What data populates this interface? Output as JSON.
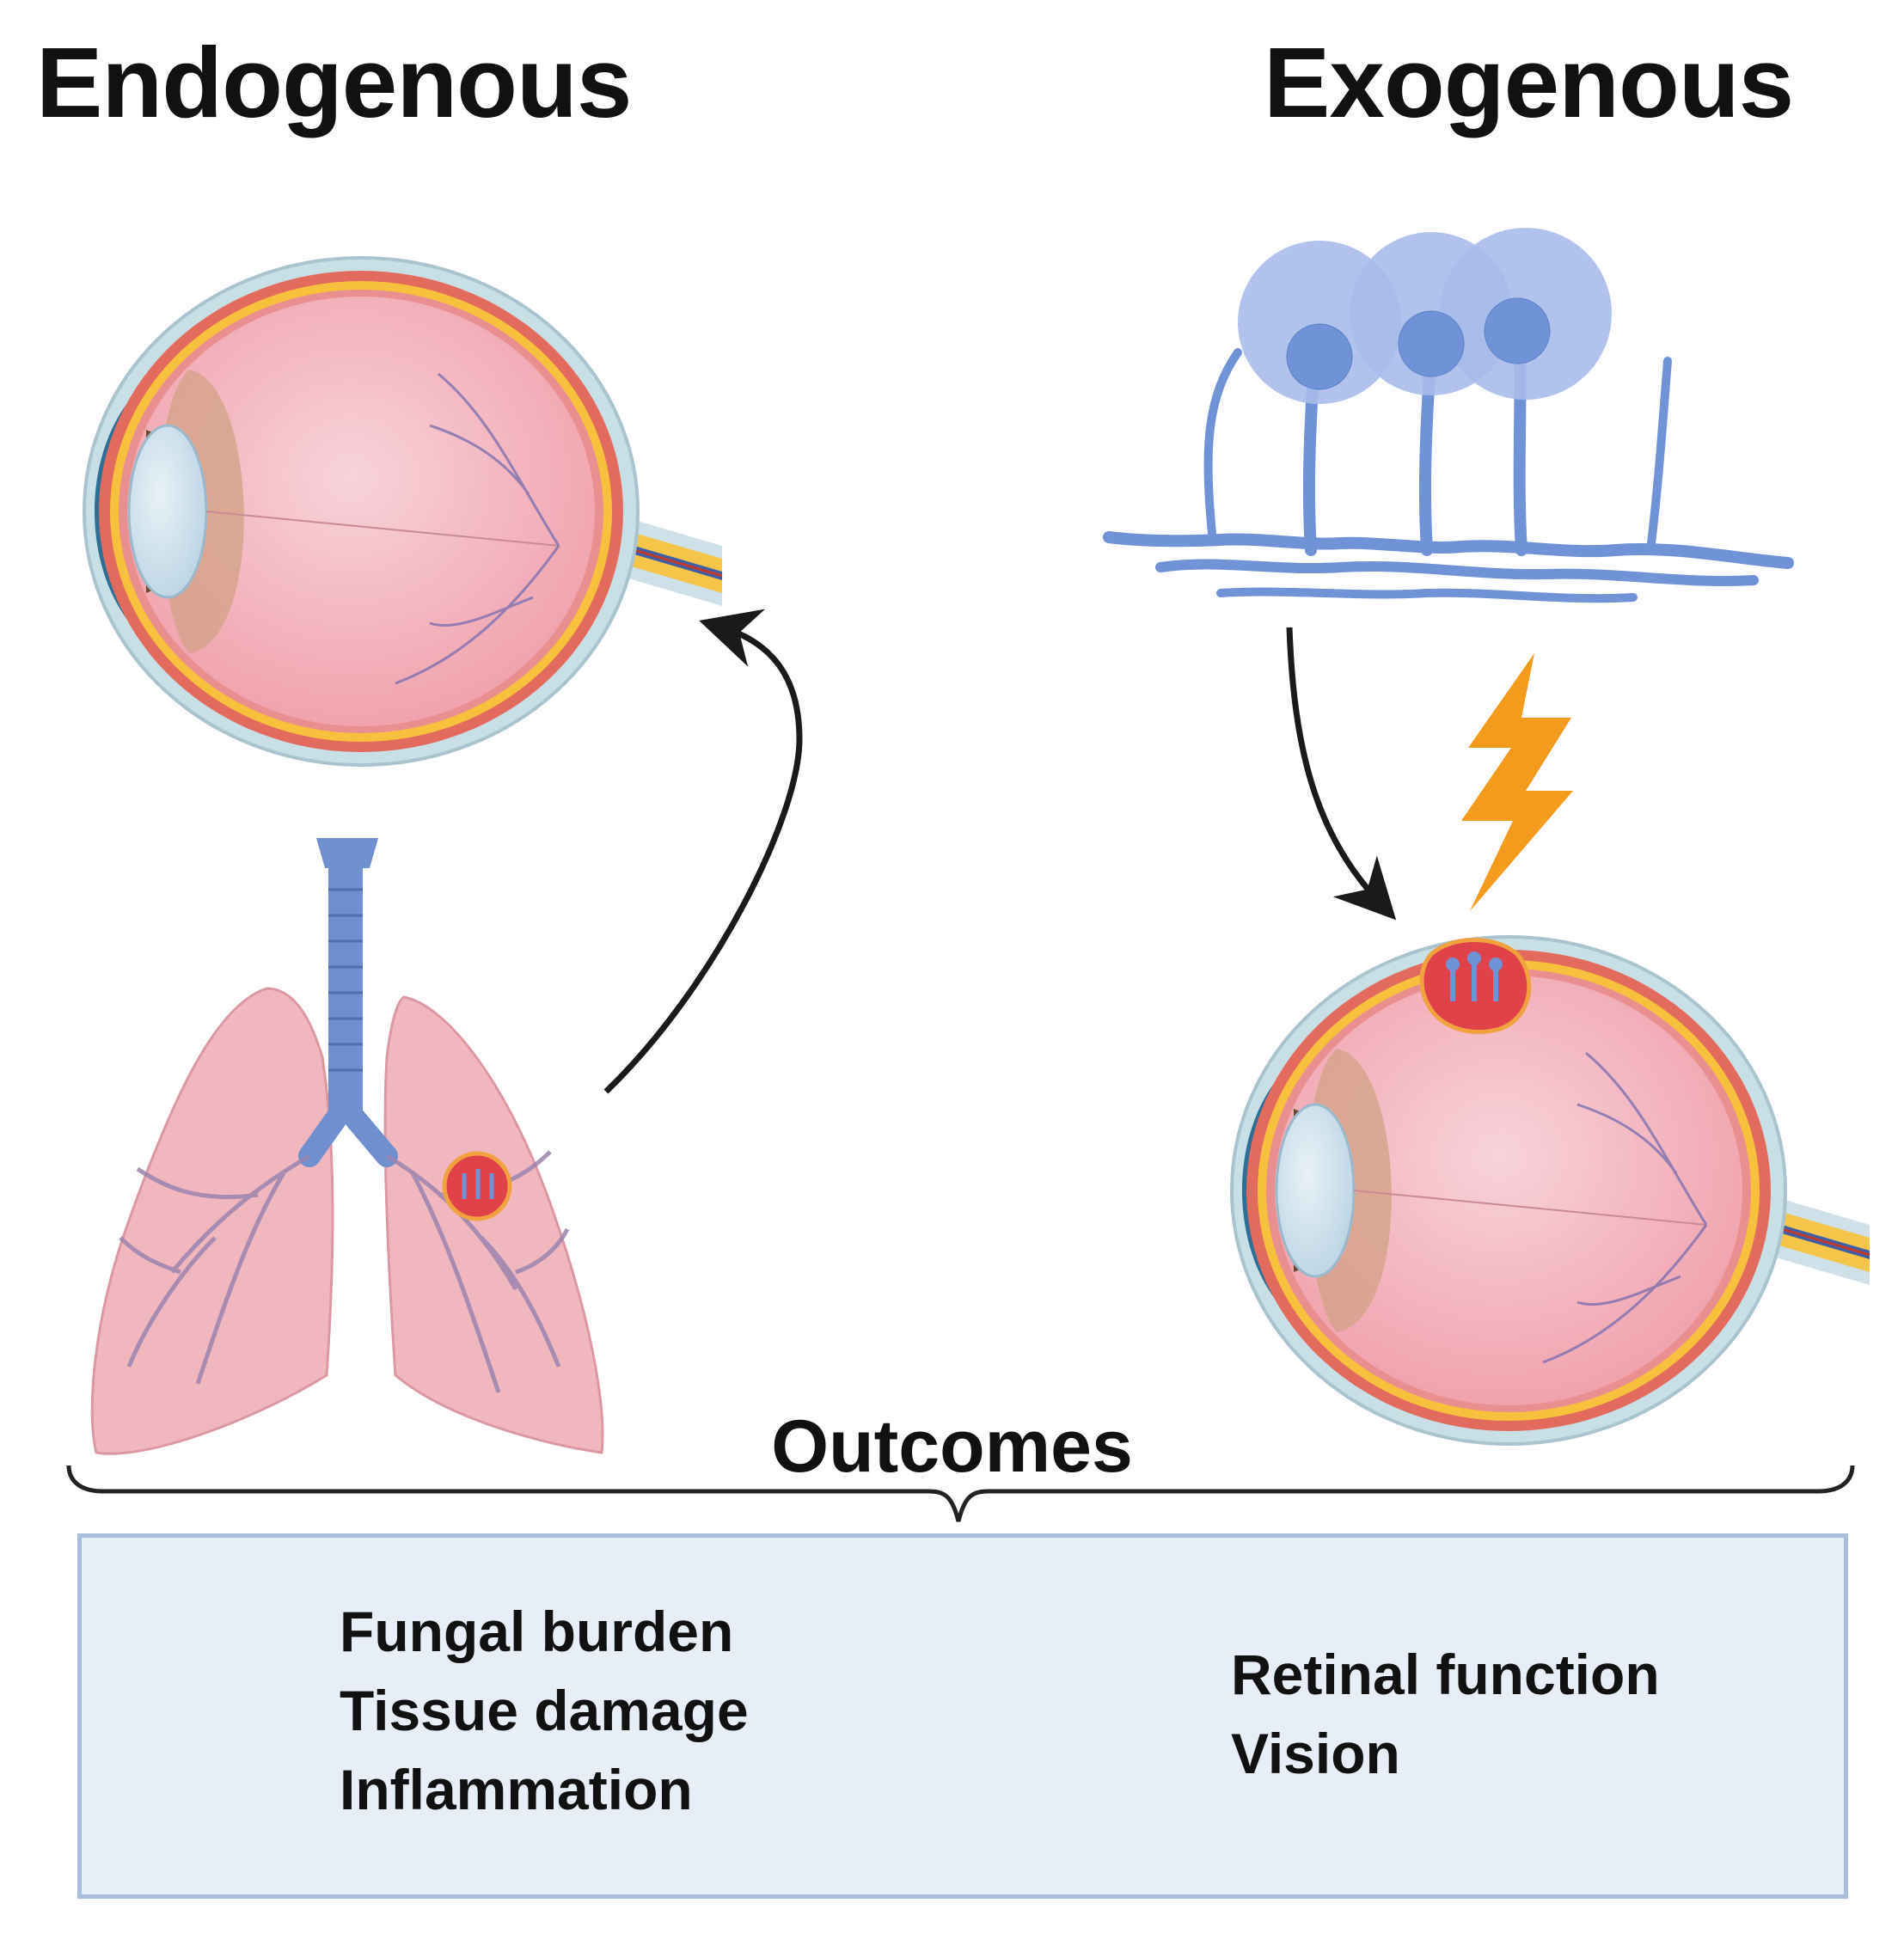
{
  "titles": {
    "endogenous": "Endogenous",
    "exogenous": "Exogenous"
  },
  "outcomes": {
    "heading": "Outcomes",
    "increased": [
      "Fungal burden",
      "Tissue damage",
      "Inflammation"
    ],
    "decreased": [
      "Retinal function",
      "Vision"
    ]
  },
  "colors": {
    "eye_interior": "#f2aab3",
    "sclera": "#c9dfe6",
    "fungus": "#6f93d6",
    "lightning": "#f39b1c",
    "lung": "#f1b7bf",
    "trachea": "#6f8fcf",
    "outcome_box": "#e7eef7",
    "arrow": "#222222"
  }
}
